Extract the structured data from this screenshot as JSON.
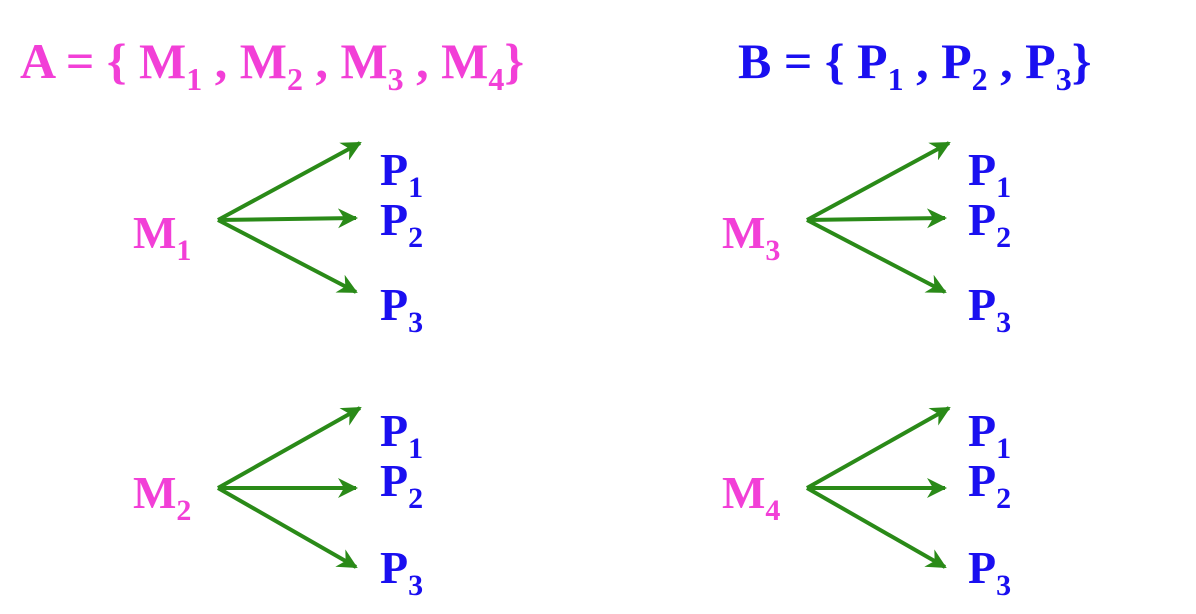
{
  "colors": {
    "set_a": "#f23fd7",
    "set_b": "#1a0ff0",
    "arrow": "#2a8a18"
  },
  "set_a": {
    "lhs": "A = {",
    "elements": [
      {
        "base": "M",
        "sub": "1"
      },
      {
        "base": "M",
        "sub": "2"
      },
      {
        "base": "M",
        "sub": "3"
      },
      {
        "base": "M",
        "sub": "4"
      }
    ],
    "separator": " , ",
    "close": "}"
  },
  "set_b": {
    "lhs": "B = {",
    "elements": [
      {
        "base": "P",
        "sub": "1"
      },
      {
        "base": "P",
        "sub": "2"
      },
      {
        "base": "P",
        "sub": "3"
      }
    ],
    "separator": " , ",
    "close": "}"
  },
  "mappings": [
    {
      "source": {
        "base": "M",
        "sub": "1"
      },
      "targets": [
        {
          "base": "P",
          "sub": "1"
        },
        {
          "base": "P",
          "sub": "2"
        },
        {
          "base": "P",
          "sub": "3"
        }
      ]
    },
    {
      "source": {
        "base": "M",
        "sub": "2"
      },
      "targets": [
        {
          "base": "P",
          "sub": "1"
        },
        {
          "base": "P",
          "sub": "2"
        },
        {
          "base": "P",
          "sub": "3"
        }
      ]
    },
    {
      "source": {
        "base": "M",
        "sub": "3"
      },
      "targets": [
        {
          "base": "P",
          "sub": "1"
        },
        {
          "base": "P",
          "sub": "2"
        },
        {
          "base": "P",
          "sub": "3"
        }
      ]
    },
    {
      "source": {
        "base": "M",
        "sub": "4"
      },
      "targets": [
        {
          "base": "P",
          "sub": "1"
        },
        {
          "base": "P",
          "sub": "2"
        },
        {
          "base": "P",
          "sub": "3"
        }
      ]
    }
  ]
}
